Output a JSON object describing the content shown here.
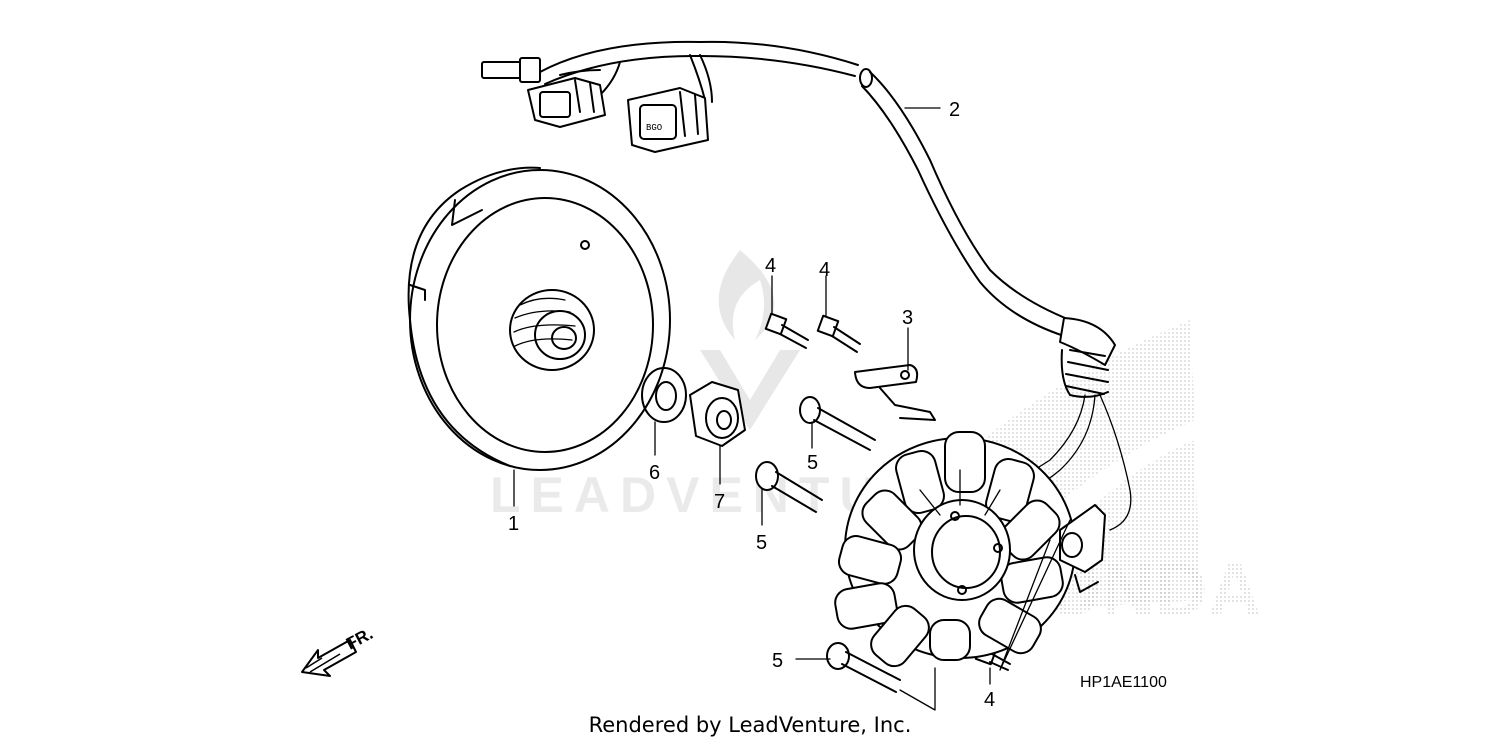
{
  "diagram": {
    "diagram_code": "HP1AE1100",
    "direction_marker": "FR.",
    "footer": "Rendered by LeadVenture, Inc.",
    "watermark": "LEADVENTURE",
    "brand_watermark": "HONDA",
    "callouts": {
      "flywheel": "1",
      "wire_harness": "2",
      "clamp": "3",
      "bolt_4a": "4",
      "bolt_4b": "4",
      "bolt_4c": "4",
      "bolt_5a": "5",
      "bolt_5b": "5",
      "bolt_5c": "5",
      "washer": "6",
      "nut": "7"
    }
  }
}
